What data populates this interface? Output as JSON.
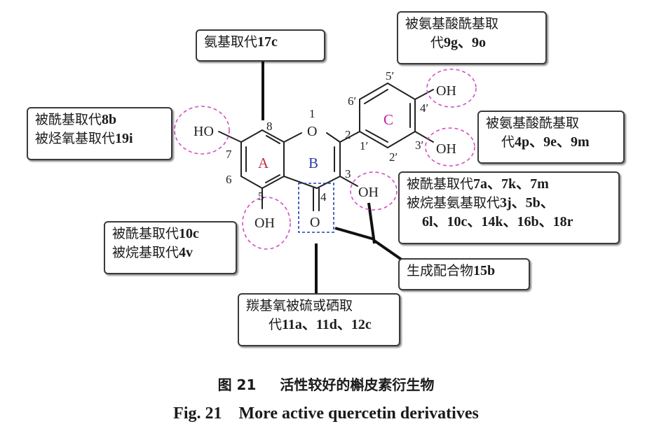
{
  "boxes": {
    "c8": {
      "l1_text": "氨基取代",
      "l1_code": "17c"
    },
    "oh4": {
      "l1_text": "被氨基酸酰基取",
      "l2_text": "代",
      "l2_code": "9g、9o"
    },
    "oh7": {
      "l1_text": "被酰基取代",
      "l1_code": "8b",
      "l2_text": "被烃氧基取代",
      "l2_code": "19i"
    },
    "oh3p": {
      "l1_text": "被氨基酸酰基取",
      "l2_text": "代",
      "l2_code": "4p、9e、9m"
    },
    "oh3": {
      "l1_text": "被酰基取代",
      "l1_code": "7a、7k、7m",
      "l2_text": "被烷基氨基取代",
      "l2_code": "3j、5b、",
      "l3_code": "6l、10c、14k、16b、18r"
    },
    "oh5": {
      "l1_text": "被酰基取代",
      "l1_code": "10c",
      "l2_text": "被烷基取代",
      "l2_code": "4v"
    },
    "complex": {
      "l1_text": "生成配合物",
      "l1_code": "15b"
    },
    "carbonyl": {
      "l1_text": "羰基氧被硫或硒取",
      "l2_text": "代",
      "l2_code": "11a、11d、12c"
    }
  },
  "molecule": {
    "ring_labels": {
      "a": "A",
      "b": "B",
      "c": "C"
    },
    "oh_labels": {
      "oh7": "HO",
      "oh5": "OH",
      "oh3": "OH",
      "oh4p": "OH",
      "oh3p": "OH"
    },
    "atom_o1": "O",
    "atom_o4": "O",
    "positions": {
      "p1": "1",
      "p2": "2",
      "p3": "3",
      "p4": "4",
      "p5": "5",
      "p6": "6",
      "p7": "7",
      "p8": "8",
      "p1p": "1′",
      "p2p": "2′",
      "p3p": "3′",
      "p4p": "4′",
      "p5p": "5′",
      "p6p": "6′"
    }
  },
  "caption": {
    "zh_fig": "图 21",
    "zh_title": "活性较好的槲皮素衍生物",
    "en_fig": "Fig. 21",
    "en_title": "More active quercetin derivatives"
  },
  "colors": {
    "ring_label_a": "#c0304a",
    "ring_label_b": "#2a3aa8",
    "ring_label_c": "#c020a0",
    "circle": "#d050c0",
    "carbonyl_box": "#2040b0",
    "line": "#111111"
  }
}
